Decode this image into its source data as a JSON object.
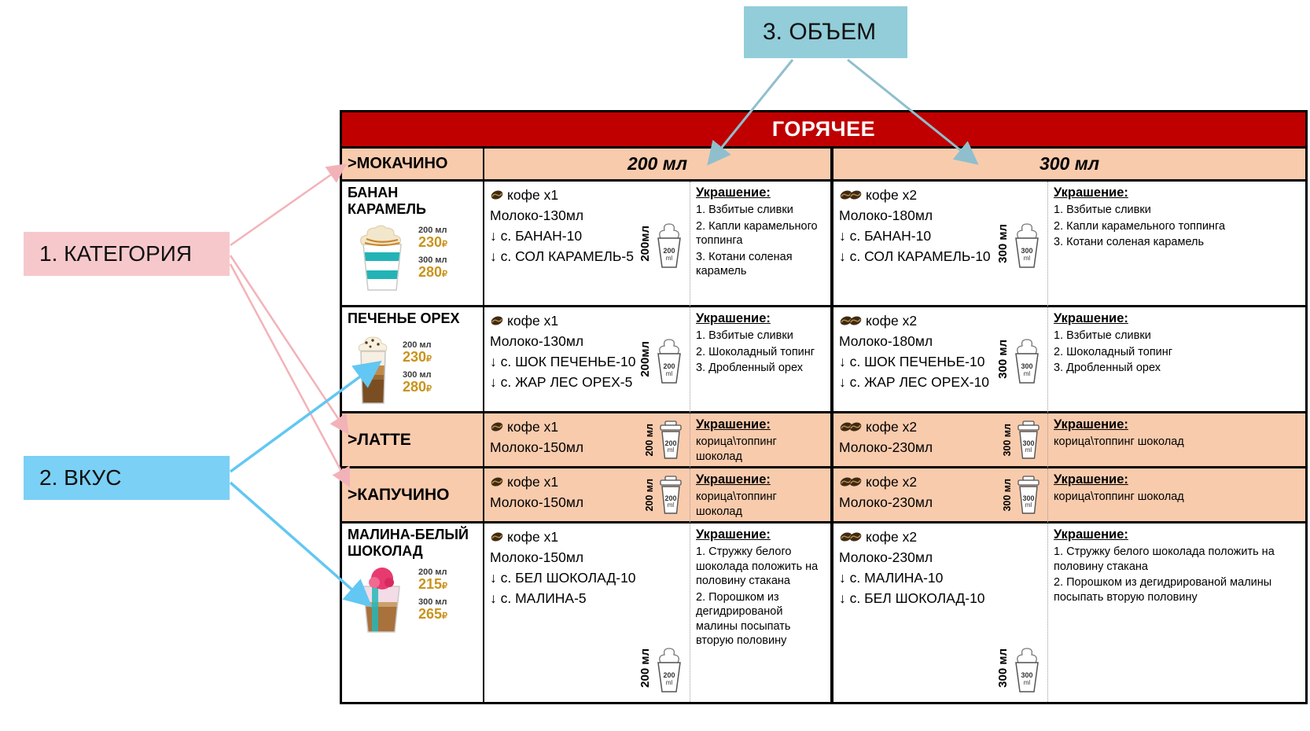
{
  "callouts": {
    "category": {
      "label": "1. КАТЕГОРИЯ"
    },
    "flavor": {
      "label": "2. ВКУС"
    },
    "volume": {
      "label": "3. ОБЪЕМ"
    }
  },
  "table": {
    "title": "ГОРЯЧЕЕ",
    "category_header": ">МОКАЧИНО",
    "vol200_header": "200 мл",
    "vol300_header": "300 мл"
  },
  "rows": [
    {
      "name": "БАНАН КАРАМЕЛЬ",
      "prices": [
        {
          "vol": "200 мл",
          "price": "230",
          "cur": "₽"
        },
        {
          "vol": "300 мл",
          "price": "280",
          "cur": "₽"
        }
      ],
      "r200": {
        "coffee": "кофе x1",
        "lines": [
          "Молоко-130мл",
          "↓ с. БАНАН-10",
          "↓ с. СОЛ КАРАМЕЛЬ-5"
        ],
        "cup": {
          "num": "200",
          "unit": "ml",
          "label": "200мл"
        }
      },
      "d200": {
        "title": "Украшение:",
        "items": [
          "1. Взбитые сливки",
          "2. Капли карамельного топпинга",
          "3. Котани соленая карамель"
        ]
      },
      "r300": {
        "coffee": "кофе x2",
        "lines": [
          "Молоко-180мл",
          "↓ с. БАНАН-10",
          "↓ с. СОЛ КАРАМЕЛЬ-10"
        ],
        "cup": {
          "num": "300",
          "unit": "ml",
          "label": "300 мл"
        }
      },
      "d300": {
        "title": "Украшение:",
        "items": [
          "1. Взбитые сливки",
          "2. Капли карамельного топпинга",
          "3. Котани соленая карамель"
        ]
      }
    },
    {
      "name": "ПЕЧЕНЬЕ ОРЕХ",
      "prices": [
        {
          "vol": "200 мл",
          "price": "230",
          "cur": "₽"
        },
        {
          "vol": "300 мл",
          "price": "280",
          "cur": "₽"
        }
      ],
      "r200": {
        "coffee": "кофе x1",
        "lines": [
          "Молоко-130мл",
          "↓ с. ШОК ПЕЧЕНЬЕ-10",
          "↓ с. ЖАР ЛЕС ОРЕХ-5"
        ],
        "cup": {
          "num": "200",
          "unit": "ml",
          "label": "200мл"
        }
      },
      "d200": {
        "title": "Украшение:",
        "items": [
          "1. Взбитые сливки",
          "2. Шоколадный топинг",
          "3. Дробленный орех"
        ]
      },
      "r300": {
        "coffee": "кофе x2",
        "lines": [
          "Молоко-180мл",
          "↓ с. ШОК ПЕЧЕНЬЕ-10",
          "↓ с. ЖАР ЛЕС ОРЕХ-10"
        ],
        "cup": {
          "num": "300",
          "unit": "ml",
          "label": "300 мл"
        }
      },
      "d300": {
        "title": "Украшение:",
        "items": [
          "1. Взбитые сливки",
          "2. Шоколадный топинг",
          "3. Дробленный орех"
        ]
      }
    },
    {
      "name": ">ЛАТТЕ",
      "r200": {
        "coffee": "кофе x1",
        "lines": [
          "Молоко-150мл"
        ],
        "cup": {
          "num": "200",
          "unit": "ml",
          "label": "200 мл"
        }
      },
      "d200": {
        "title": "Украшение:",
        "items": [
          "корица\\топпинг шоколад"
        ]
      },
      "r300": {
        "coffee": "кофе x2",
        "lines": [
          "Молоко-230мл"
        ],
        "cup": {
          "num": "300",
          "unit": "ml",
          "label": "300 мл"
        }
      },
      "d300": {
        "title": "Украшение:",
        "items": [
          "корица\\топпинг шоколад"
        ]
      }
    },
    {
      "name": ">КАПУЧИНО",
      "r200": {
        "coffee": "кофе x1",
        "lines": [
          "Молоко-150мл"
        ],
        "cup": {
          "num": "200",
          "unit": "ml",
          "label": "200 мл"
        }
      },
      "d200": {
        "title": "Украшение:",
        "items": [
          "корица\\топпинг шоколад"
        ]
      },
      "r300": {
        "coffee": "кофе x2",
        "lines": [
          "Молоко-230мл"
        ],
        "cup": {
          "num": "300",
          "unit": "ml",
          "label": "300 мл"
        }
      },
      "d300": {
        "title": "Украшение:",
        "items": [
          "корица\\топпинг шоколад"
        ]
      }
    },
    {
      "name": "МАЛИНА-БЕЛЫЙ ШОКОЛАД",
      "prices": [
        {
          "vol": "200 мл",
          "price": "215",
          "cur": "₽"
        },
        {
          "vol": "300 мл",
          "price": "265",
          "cur": "₽"
        }
      ],
      "r200": {
        "coffee": "кофе x1",
        "lines": [
          "Молоко-150мл",
          "↓ с. БЕЛ ШОКОЛАД-10",
          "↓ с. МАЛИНА-5"
        ],
        "cup": {
          "num": "200",
          "unit": "ml",
          "label": "200 мл"
        }
      },
      "d200": {
        "title": "Украшение:",
        "items": [
          "1. Стружку белого шоколада положить на половину стакана",
          "2. Порошком из дегидрированой малины посыпать вторую половину"
        ]
      },
      "r300": {
        "coffee": "кофе x2",
        "lines": [
          "Молоко-230мл",
          "↓ с. МАЛИНА-10",
          "↓ с. БЕЛ ШОКОЛАД-10"
        ],
        "cup": {
          "num": "300",
          "unit": "ml",
          "label": "300 мл"
        }
      },
      "d300": {
        "title": "Украшение:",
        "items": [
          "1. Стружку белого шоколада положить на половину стакана",
          "2. Порошком из дегидрированой малины посыпать вторую половину"
        ]
      }
    }
  ]
}
